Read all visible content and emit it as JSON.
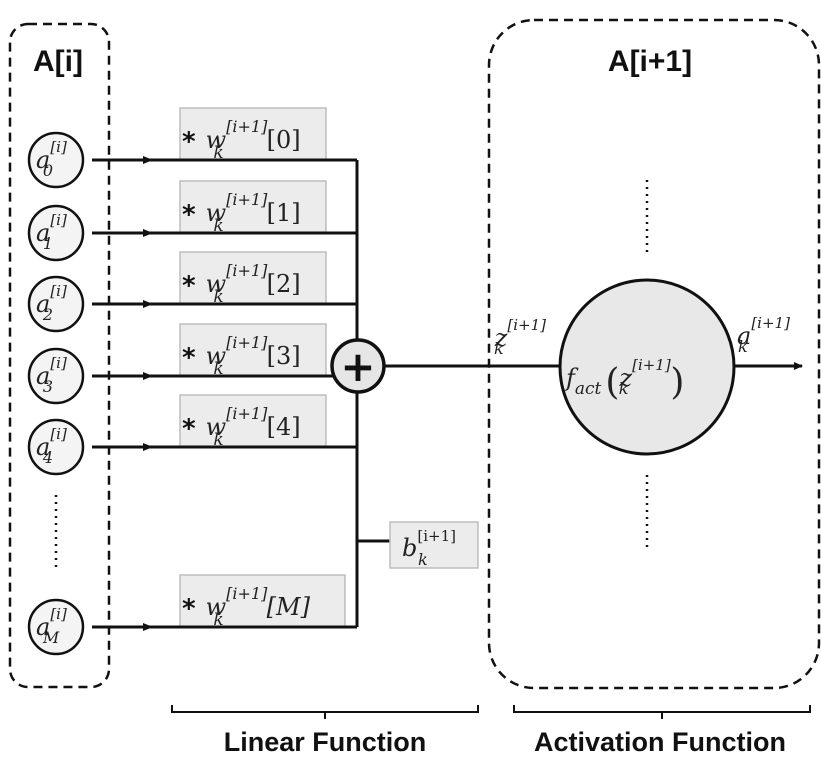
{
  "layer_left": {
    "title": "A[i]"
  },
  "layer_right": {
    "title": "A[i+1]"
  },
  "inputs": [
    {
      "base": "a",
      "sup": "[i]",
      "sub": "0"
    },
    {
      "base": "a",
      "sup": "[i]",
      "sub": "1"
    },
    {
      "base": "a",
      "sup": "[i]",
      "sub": "2"
    },
    {
      "base": "a",
      "sup": "[i]",
      "sub": "3"
    },
    {
      "base": "a",
      "sup": "[i]",
      "sub": "4"
    },
    {
      "base": "a",
      "sup": "[i]",
      "sub": "M"
    }
  ],
  "weights": [
    {
      "op": "*",
      "base": "w",
      "sup": "[i+1]",
      "sub": "k",
      "index": "[0]"
    },
    {
      "op": "*",
      "base": "w",
      "sup": "[i+1]",
      "sub": "k",
      "index": "[1]"
    },
    {
      "op": "*",
      "base": "w",
      "sup": "[i+1]",
      "sub": "k",
      "index": "[2]"
    },
    {
      "op": "*",
      "base": "w",
      "sup": "[i+1]",
      "sub": "k",
      "index": "[3]"
    },
    {
      "op": "*",
      "base": "w",
      "sup": "[i+1]",
      "sub": "k",
      "index": "[4]"
    },
    {
      "op": "*",
      "base": "w",
      "sup": "[i+1]",
      "sub": "k",
      "index": "[M]"
    }
  ],
  "sum_node": {
    "symbol": "+"
  },
  "bias": {
    "base": "b",
    "sup": "[i+1]",
    "sub": "k"
  },
  "z_label": {
    "base": "z",
    "sup": "[i+1]",
    "sub": "k"
  },
  "activation": {
    "f": "f",
    "f_sub": "act",
    "open": "(",
    "close": ")",
    "arg_base": "z",
    "arg_sup": "[i+1]",
    "arg_sub": "k"
  },
  "output": {
    "base": "a",
    "sup": "[i+1]",
    "sub": "k"
  },
  "captions": {
    "linear": "Linear Function",
    "activation": "Activation Function"
  },
  "colors": {
    "line": "#111111",
    "box_fill": "#ececec",
    "box_stroke": "#bdbdbd",
    "node_fill": "#e6e6e6",
    "act_fill": "#e8e8e8"
  }
}
